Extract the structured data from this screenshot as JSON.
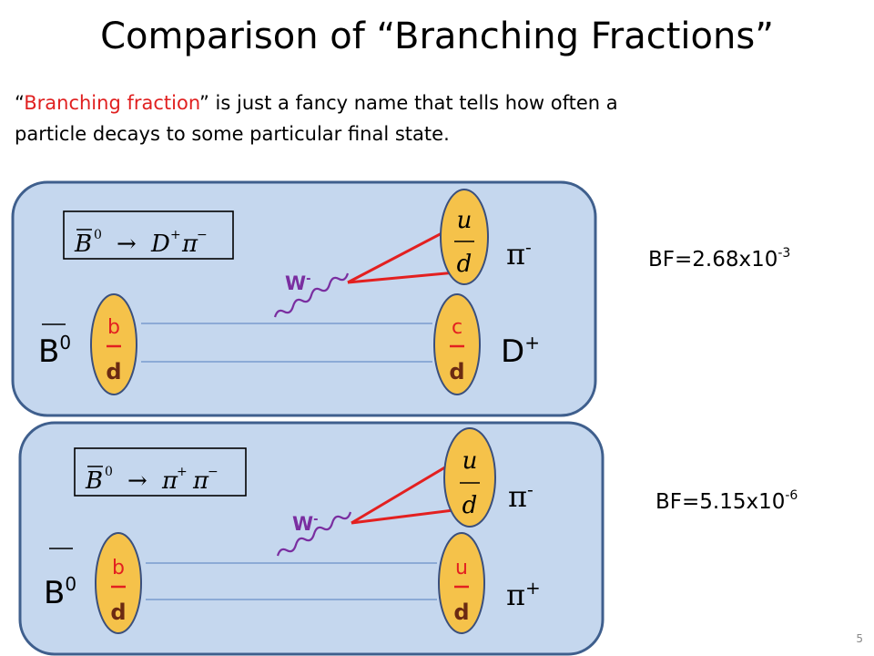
{
  "title": "Comparison of “Branching Fractions”",
  "subtitle": {
    "open_quote": "“",
    "highlight": "Branching fraction",
    "rest_line1": "” is just a fancy name that tells how often a",
    "rest_line2": "particle decays to some particular final state."
  },
  "colors": {
    "panel_fill": "#c5d7ee",
    "panel_stroke": "#3f5f8d",
    "quark_fill": "#f5c24a",
    "quark_stroke": "#3a4f7d",
    "red": "#e32020",
    "purple": "#7a2ea0",
    "line_blue": "#7a9cce"
  },
  "diagrams": [
    {
      "formula_b": "B",
      "formula_b_sup": "0",
      "formula_arrow": "→",
      "formula_p1": "D",
      "formula_p1_sup": "+",
      "formula_p2": "π",
      "formula_p2_sup": "−",
      "parent_label": "B",
      "parent_sup": "0",
      "parent_quark_top": "b",
      "parent_quark_bottom": "d",
      "daughter_quark_top": "c",
      "daughter_quark_bottom": "d",
      "daughter_label": "D",
      "daughter_sup": "+",
      "emitted_top": "u",
      "emitted_bottom": "d",
      "emitted_label": "π",
      "emitted_sup": "-",
      "w_label": "W",
      "w_sup": "-",
      "bf_text": "BF=2.68x10",
      "bf_exp": "-3"
    },
    {
      "formula_b": "B",
      "formula_b_sup": "0",
      "formula_arrow": "→",
      "formula_p1": "π",
      "formula_p1_sup": "+",
      "formula_p2": "π",
      "formula_p2_sup": "−",
      "parent_label": "B",
      "parent_sup": "0",
      "parent_quark_top": "b",
      "parent_quark_bottom": "d",
      "daughter_quark_top": "u",
      "daughter_quark_bottom": "d",
      "daughter_label": "π",
      "daughter_sup": "+",
      "emitted_top": "u",
      "emitted_bottom": "d",
      "emitted_label": "π",
      "emitted_sup": "-",
      "w_label": "W",
      "w_sup": "-",
      "bf_text": "BF=5.15x10",
      "bf_exp": "-6"
    }
  ],
  "page_number": "5"
}
